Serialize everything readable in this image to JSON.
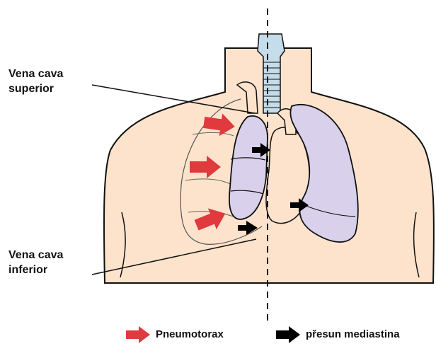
{
  "labels": {
    "vena_cava_superior": [
      "Vena cava",
      "superior"
    ],
    "vena_cava_inferior": [
      "Vena cava",
      "inferior"
    ]
  },
  "legend": {
    "pneumothorax": "Pneumotorax",
    "mediastinal_shift": "přesun mediastina"
  },
  "colors": {
    "skin": "#fde3cc",
    "lung": "#d9d0ec",
    "trachea": "#c5dcea",
    "pneumothorax_arrow": "#e0393e",
    "mediastinal_arrow": "#000000",
    "outline": "#111111"
  }
}
